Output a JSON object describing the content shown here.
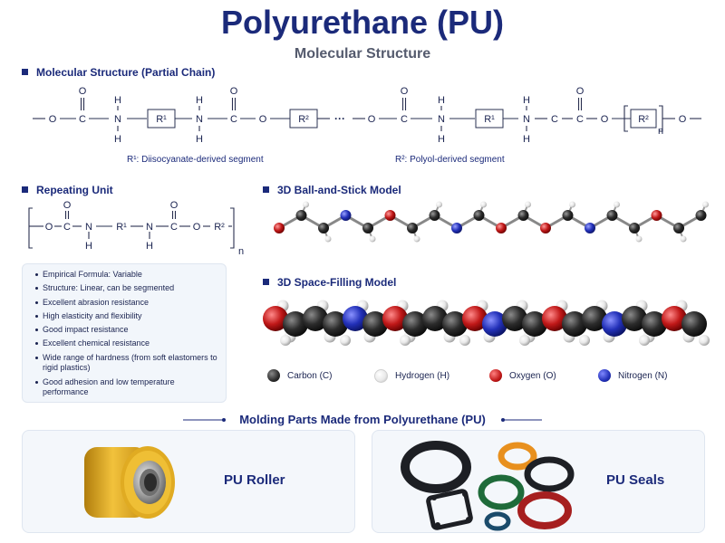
{
  "title": "Polyurethane (PU)",
  "subtitle": "Molecular Structure",
  "partial_chain": {
    "heading": "Molecular Structure (Partial Chain)",
    "r1_caption": "R¹: Diisocyanate-derived segment",
    "r2_caption": "R²: Polyol-derived segment",
    "r1_label": "R¹",
    "r2_label": "R²",
    "ellipsis": "···",
    "subscript": "n"
  },
  "repeating_unit": {
    "heading": "Repeating Unit",
    "subscript": "n"
  },
  "properties": [
    "Empirical Formula: Variable",
    "Structure: Linear, can be segmented",
    "Excellent abrasion resistance",
    "High elasticity and flexibility",
    "Good impact resistance",
    "Excellent chemical resistance",
    "Wide range of hardness (from soft elastomers to rigid plastics)",
    "Good adhesion and low temperature performance"
  ],
  "ball_stick": {
    "heading": "3D Ball-and-Stick Model"
  },
  "space_filling": {
    "heading": "3D Space-Filling Model"
  },
  "legend": [
    {
      "label": "Carbon (C)",
      "color": "#2b2b2b"
    },
    {
      "label": "Hydrogen (H)",
      "color": "#e8e8e8"
    },
    {
      "label": "Oxygen (O)",
      "color": "#c01818"
    },
    {
      "label": "Nitrogen (N)",
      "color": "#2230b8"
    }
  ],
  "parts": {
    "title": "Molding Parts Made from Polyurethane (PU)",
    "items": [
      {
        "label": "PU Roller"
      },
      {
        "label": "PU Seals"
      }
    ]
  },
  "colors": {
    "accent": "#1b2a7a",
    "carbon": "#2b2b2b",
    "hydrogen": "#e8e8e8",
    "oxygen": "#c01818",
    "nitrogen": "#2230b8",
    "roller": "#d9a418"
  }
}
